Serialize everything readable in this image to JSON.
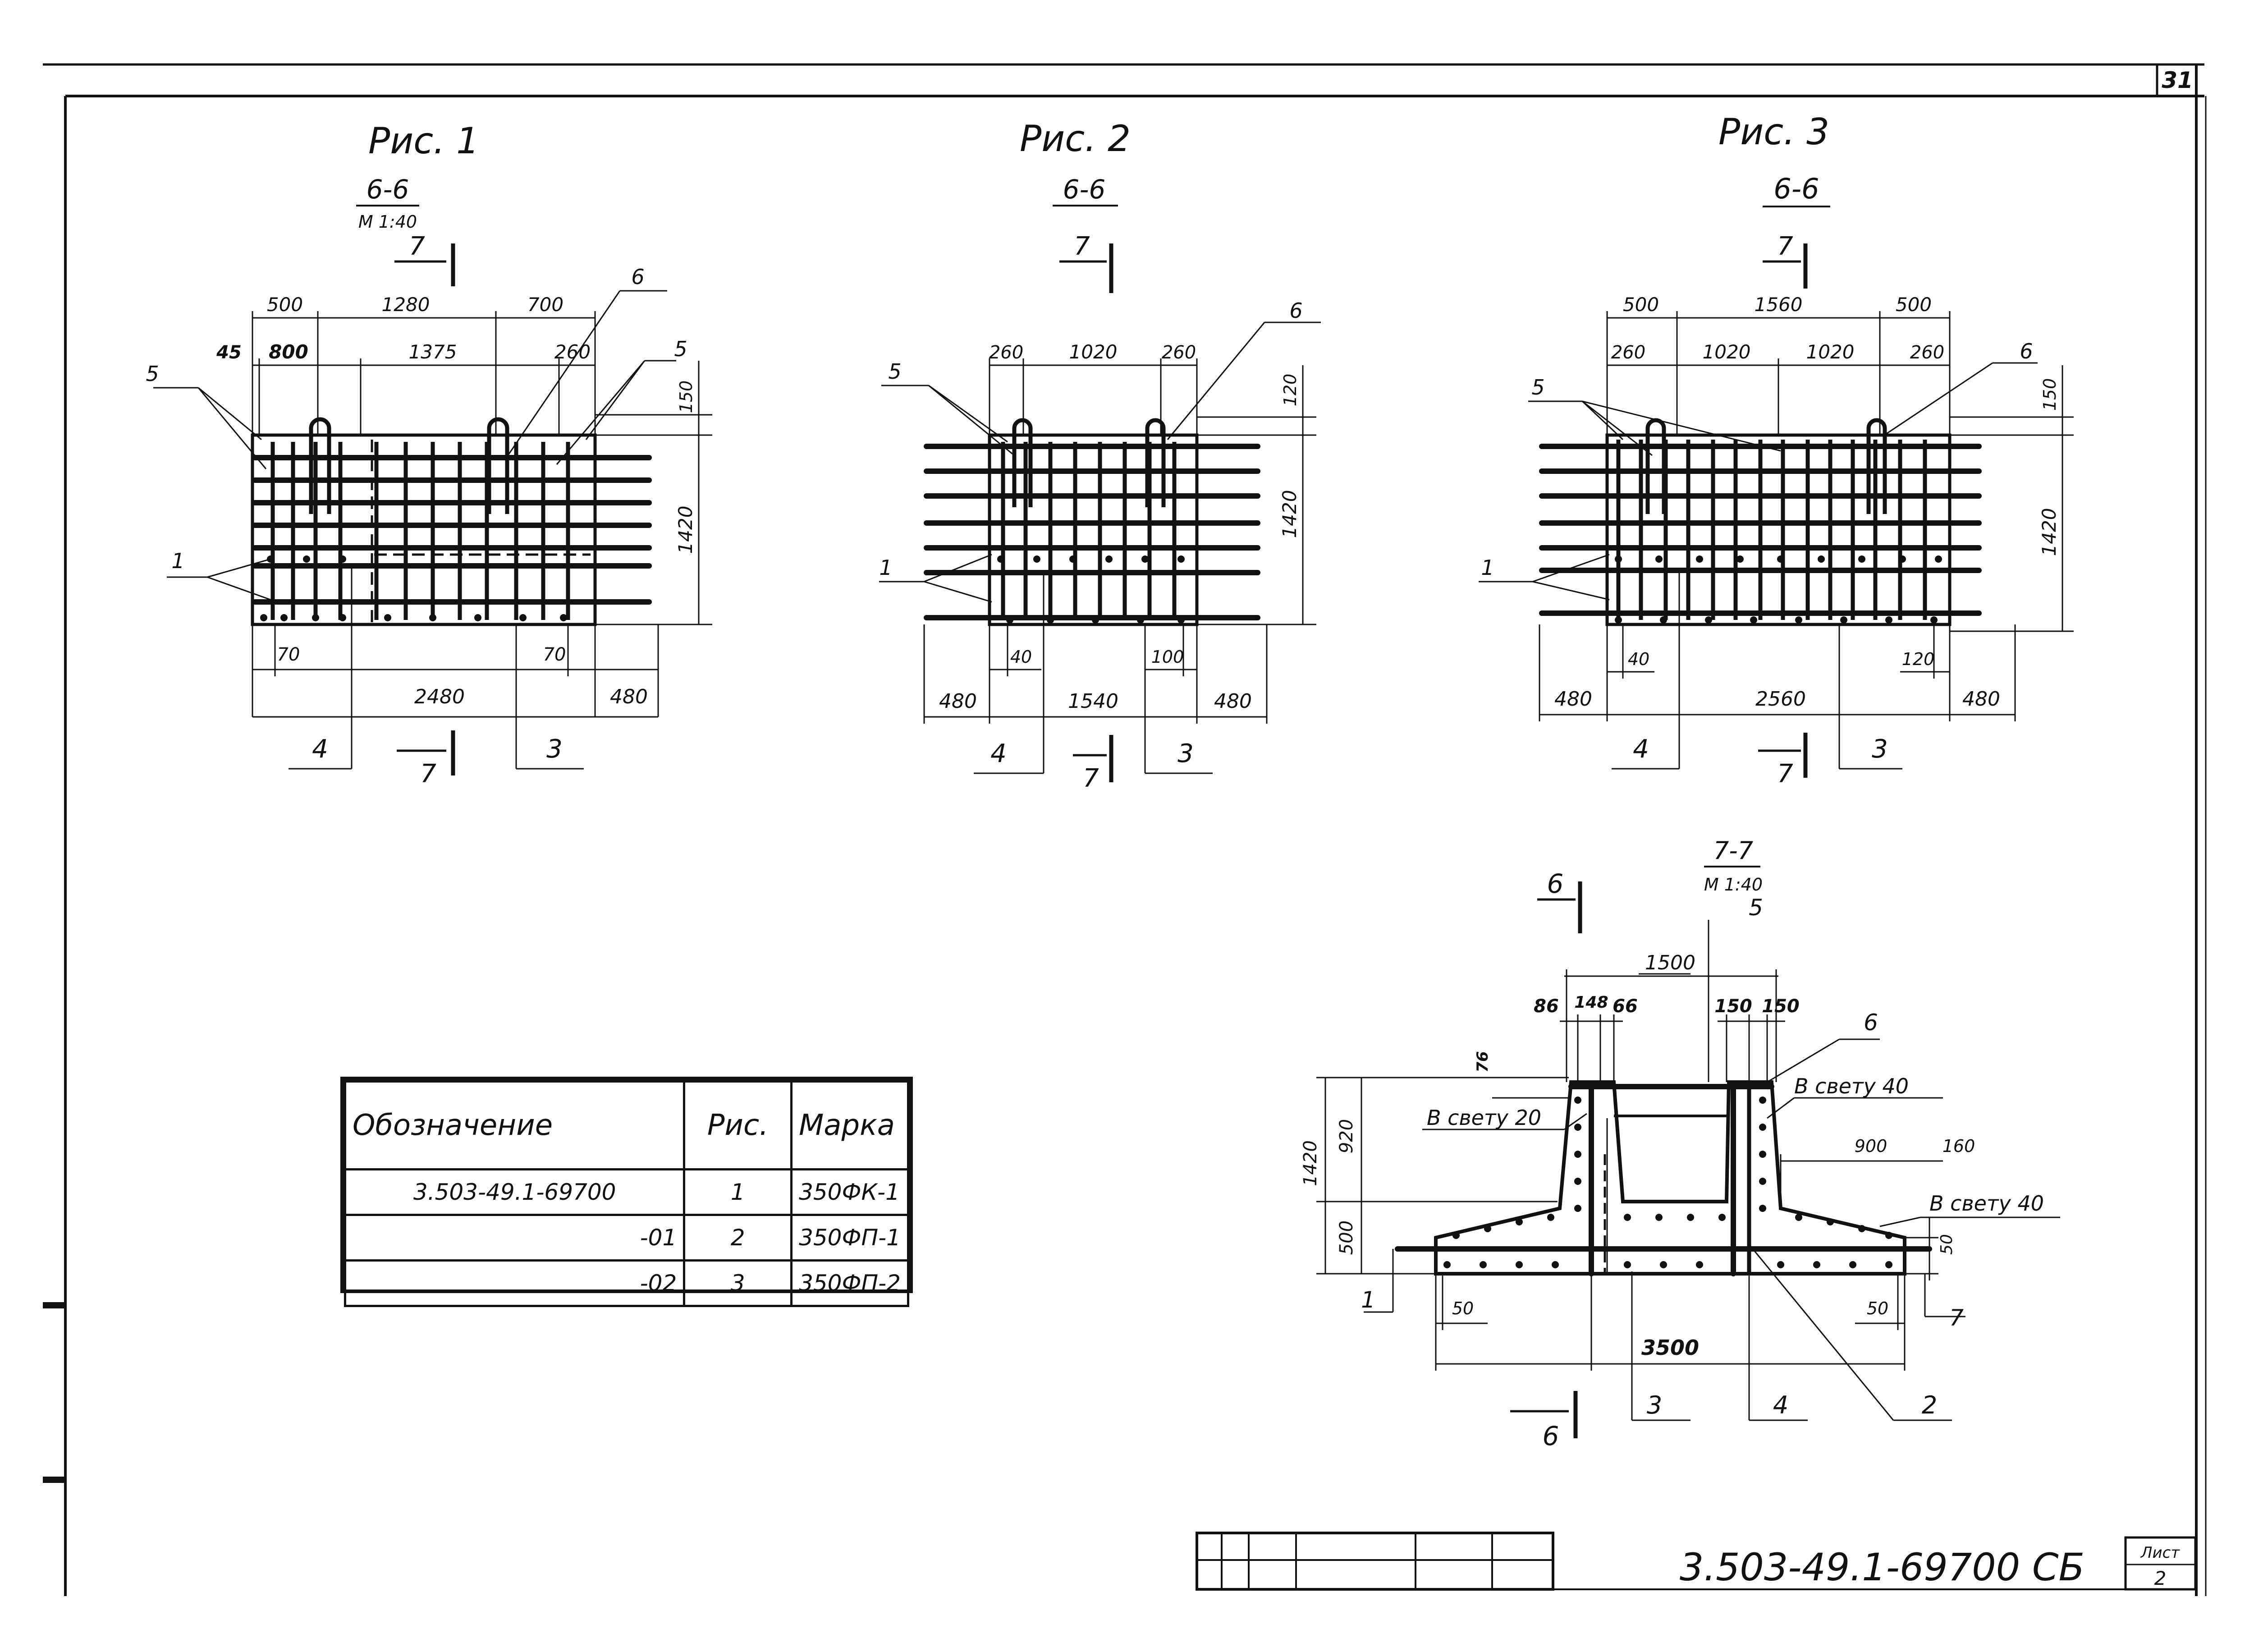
{
  "sheet_number": "31",
  "document_code": "3.503-49.1-69700 СБ",
  "stamp_label": "Лист",
  "stamp_value": "2",
  "figures": [
    {
      "title": "Рис. 1",
      "section": "6-6",
      "scale": "М 1:40",
      "cut": "7",
      "dims_top": [
        "500",
        "1280",
        "700"
      ],
      "dims_second": [
        "45",
        "800",
        "1375",
        "260"
      ],
      "dims_right": [
        "150",
        "1420"
      ],
      "dims_bottom": [
        "70",
        "70",
        "2480",
        "480"
      ],
      "callouts": [
        "1",
        "3",
        "4",
        "5",
        "5",
        "6"
      ]
    },
    {
      "title": "Рис. 2",
      "section": "6-6",
      "cut": "7",
      "dims_top": [
        "260",
        "1020",
        "260"
      ],
      "dims_right": [
        "120",
        "1420"
      ],
      "dims_bottom": [
        "480",
        "40",
        "1540",
        "100",
        "480"
      ],
      "callouts": [
        "1",
        "3",
        "4",
        "5",
        "6"
      ]
    },
    {
      "title": "Рис. 3",
      "section": "6-6",
      "cut": "7",
      "dims_top": [
        "500",
        "1560",
        "500"
      ],
      "dims_second": [
        "260",
        "1020",
        "1020",
        "260"
      ],
      "dims_right": [
        "150",
        "1420"
      ],
      "dims_bottom": [
        "480",
        "40",
        "2560",
        "120",
        "480"
      ],
      "callouts": [
        "1",
        "3",
        "4",
        "5",
        "6"
      ]
    }
  ],
  "section77": {
    "title": "7-7",
    "scale": "М 1:40",
    "cut": "6",
    "dims_top": [
      "1500",
      "86",
      "148",
      "66",
      "150",
      "150"
    ],
    "dims_left": [
      "76",
      "1420",
      "920",
      "500"
    ],
    "dims_right": [
      "900",
      "160",
      "50"
    ],
    "dims_bottom": [
      "50",
      "50",
      "3500"
    ],
    "notes": [
      "В свету 20",
      "В свету 40",
      "В свету 40"
    ],
    "callouts": [
      "1",
      "2",
      "3",
      "4",
      "5",
      "6",
      "7"
    ]
  },
  "table": {
    "headers": [
      "Обозначение",
      "Рис.",
      "Марка"
    ],
    "rows": [
      [
        "3.503-49.1-69700",
        "1",
        "350ФК-1"
      ],
      [
        "-01",
        "2",
        "350ФП-1"
      ],
      [
        "-02",
        "3",
        "350ФП-2"
      ]
    ]
  }
}
